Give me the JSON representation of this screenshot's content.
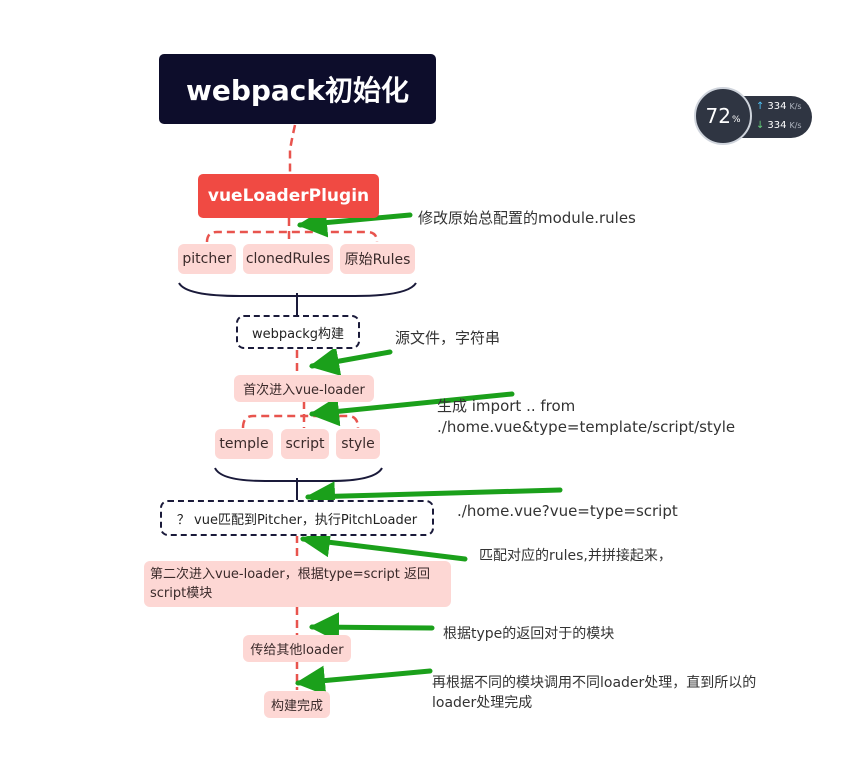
{
  "title": "webpack初始化",
  "plugin": "vueLoaderPlugin",
  "plugin_children": [
    "pitcher",
    "clonedRules",
    "原始Rules"
  ],
  "build_box": "webpackg构建",
  "first_enter": "首次进入vue-loader",
  "parts": [
    "temple",
    "script",
    "style"
  ],
  "pitcher_match": "？ vue匹配到Pitcher，执行PitchLoader",
  "second_enter": "第二次进入vue-loader，根据type=script 返回 script模块",
  "pass_other": "传给其他loader",
  "build_done": "构建完成",
  "notes": {
    "modify_rules": "修改原始总配置的module.rules",
    "source": "源文件，字符串",
    "generate_line1": "生成 import .. from",
    "generate_line2": "./home.vue&type=template/script/style",
    "query": "./home.vue?vue=type=script",
    "match_rules": "匹配对应的rules,并拼接起来，",
    "by_type": "根据type的返回对于的模块",
    "final_line1": "再根据不同的模块调用不同loader处理，直到所以的",
    "final_line2": "loader处理完成"
  },
  "widget": {
    "percent": "72",
    "percent_unit": "%",
    "upload": "334",
    "download": "334",
    "speed_unit": "K/s"
  },
  "colors": {
    "title_bg": "#0d0d2b",
    "plugin_bg": "#f04a43",
    "pill_bg": "#fdd7d4",
    "connector": "#e8544e",
    "arrow": "#1ba01b"
  }
}
